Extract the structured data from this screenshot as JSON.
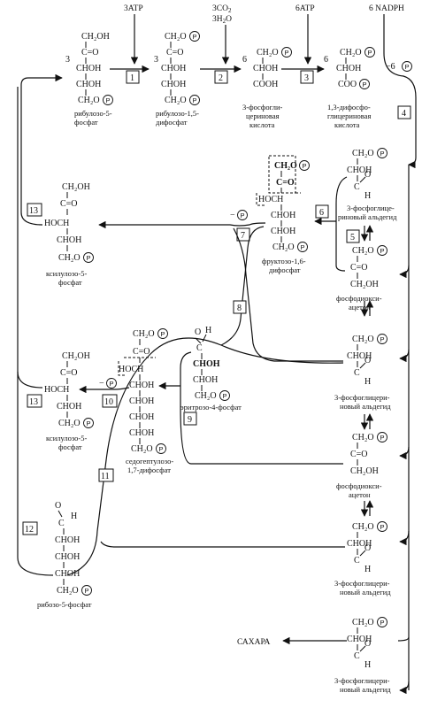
{
  "inputs": {
    "atp3": "3ATP",
    "co2": "3CO",
    "co2_sub": "2",
    "h2o": "3H",
    "h2o_sub": "2",
    "h2o_end": "O",
    "atp6": "6ATP",
    "nadph": "6 NADPH",
    "minus6p": "−6",
    "sugars": "САХАРА"
  },
  "steps": [
    "1",
    "2",
    "3",
    "4",
    "5",
    "6",
    "7",
    "8",
    "9",
    "10",
    "11",
    "12",
    "13",
    "13"
  ],
  "labels": {
    "ribulose5p": [
      "рибулозо-5-",
      "фосфат"
    ],
    "ribulose15": [
      "рибулозо-1,5-",
      "дифосфат"
    ],
    "pga": [
      "3-фосфогли-",
      "цериновая",
      "кислота"
    ],
    "bpg": [
      "1,3-дифосфо-",
      "глицериновая",
      "кислота"
    ],
    "gap1": [
      "3-фосфоглице-",
      "риновый альдегид"
    ],
    "dhap1": [
      "фосфодиокси-",
      "ацетон"
    ],
    "fbp": [
      "фруктозо-1,6-",
      "дифосфат"
    ],
    "xu5p_top": [
      "ксилулозо-5-",
      "фосфат"
    ],
    "e4p": "эритрозо-4-фосфат",
    "gap2": [
      "3-фосфоглицери-",
      "новый альдегид"
    ],
    "sbp": [
      "седогептулозо-",
      "1,7-дифосфат"
    ],
    "xu5p_mid": [
      "ксилулозо-5-",
      "фосфат"
    ],
    "dhap2": [
      "фосфодиокси-",
      "ацетон"
    ],
    "gap3": [
      "3-фосфоглицери-",
      "новый альдегид"
    ],
    "r5p": "рибозо-5-фосфат",
    "gap4": [
      "3-фосфоглицери-",
      "новый альдегид"
    ]
  },
  "formula": {
    "ch2oh": "CH₂OH",
    "ch2o": "CH₂O",
    "c_eq_o": "C=O",
    "choh": "CHOH",
    "hoch": "HOCH",
    "cooh": "COOH",
    "coo": "COO",
    "c": "C",
    "o": "O",
    "h": "H",
    "num3": "3",
    "num6": "6",
    "p": "P",
    "minus": "−"
  }
}
